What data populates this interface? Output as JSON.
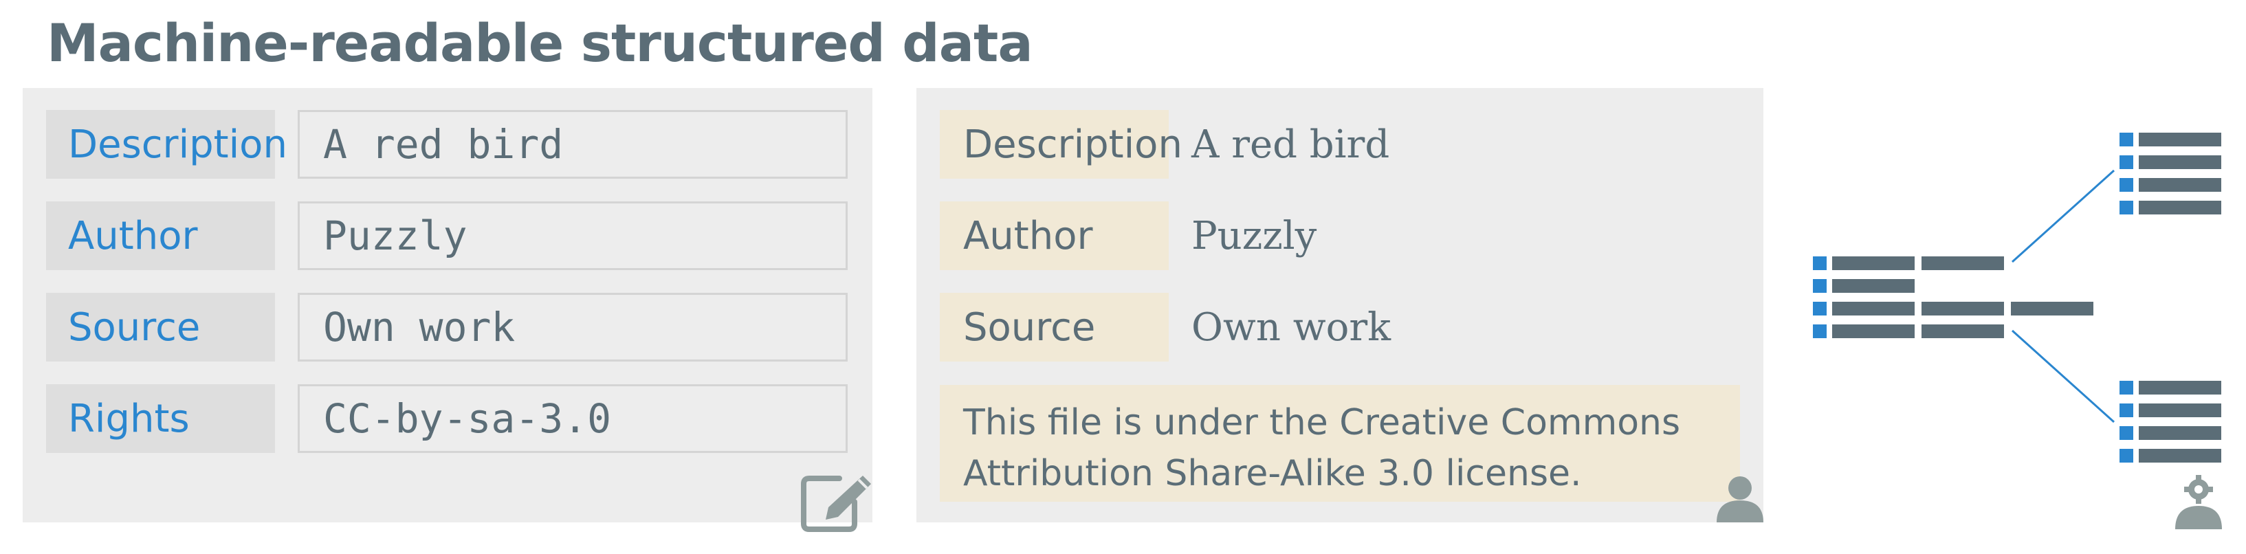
{
  "title": "Machine-readable structured data",
  "edit_panel": {
    "rows": [
      {
        "label": "Description",
        "value": "A red bird"
      },
      {
        "label": "Author",
        "value": "Puzzly"
      },
      {
        "label": "Source",
        "value": "Own work"
      },
      {
        "label": "Rights",
        "value": "CC-by-sa-3.0"
      }
    ],
    "icon": "edit-icon"
  },
  "view_panel": {
    "rows": [
      {
        "label": "Description",
        "value": "A red bird"
      },
      {
        "label": "Author",
        "value": "Puzzly"
      },
      {
        "label": "Source",
        "value": "Own work"
      }
    ],
    "license_text": "This file is under the Creative Commons Attribution Share-Alike 3.0 license.",
    "icon": "user-icon"
  },
  "structured_diagram": {
    "icon": "user-gear-icon"
  },
  "colors": {
    "title": "#5b6d77",
    "accent_blue": "#2a86cf",
    "panel_bg": "#ededed",
    "edit_label_bg": "#dedede",
    "view_label_bg": "#f1e9d6",
    "icon_gray": "#8f9c9c"
  }
}
